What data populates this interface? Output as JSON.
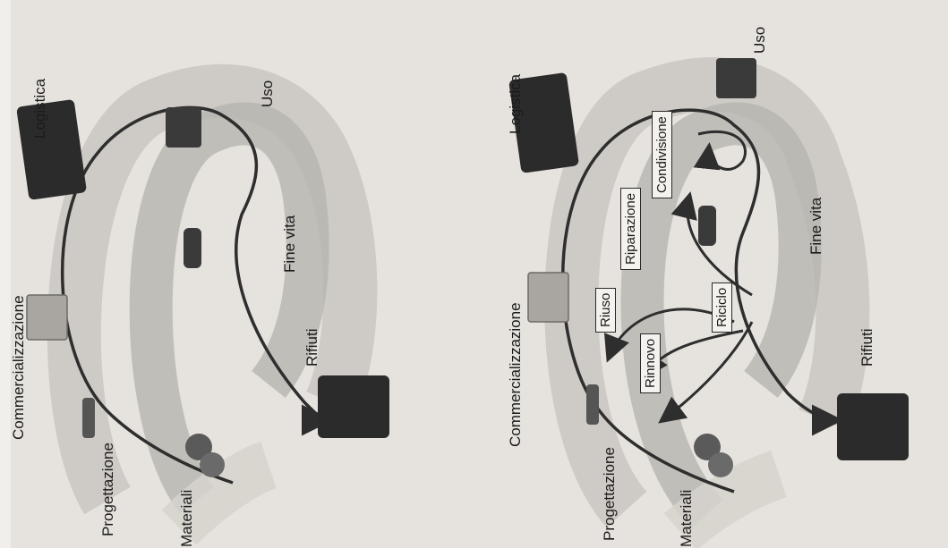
{
  "linear": {
    "commercializzazione": "Commercializzazione",
    "logistica": "Logistica",
    "uso": "Uso",
    "fine_vita": "Fine vita",
    "rifiuti": "Rifiuti",
    "progettazione": "Progettazione",
    "materiali": "Materiali"
  },
  "circular": {
    "commercializzazione": "Commercializzazione",
    "logistica": "Logistica",
    "uso": "Uso",
    "fine_vita": "Fine vita",
    "rifiuti": "Rifiuti",
    "progettazione": "Progettazione",
    "materiali": "Materiali",
    "riuso": "Riuso",
    "rinnovo": "Rinnovo",
    "riparazione": "Riparazione",
    "riciclo": "Riciclo",
    "condivisione": "Condivisione"
  },
  "colors": {
    "paper": "#e6e3de",
    "ribbon_light": "#d2cfca",
    "ribbon_mid": "#b9b6b1",
    "ribbon_dark": "#9f9c97",
    "arrow": "#2e2e2e",
    "object_dark": "#2b2b2b"
  }
}
